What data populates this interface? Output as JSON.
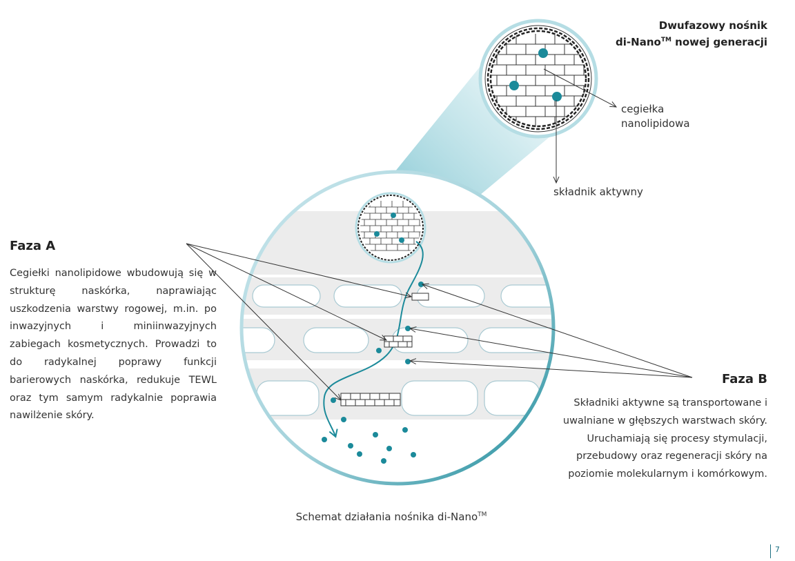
{
  "title": {
    "line1": "Dwufazowy nośnik",
    "brand": "di-Nano",
    "tm": "TM",
    "line2_rest": "nowej generacji"
  },
  "labels": {
    "cegielka": "cegiełka",
    "nanolipidowa": "nanolipidowa",
    "skladnik": "składnik aktywny"
  },
  "faza_a": {
    "heading": "Faza A",
    "text": "Cegiełki nanolipidowe wbudowują się w strukturę naskórka, naprawiając uszkodzenia warstwy rogowej, m.in. po inwazyjnych i miniinwazyjnych zabiegach kosmetycznych. Prowadzi to do radykalnej poprawy funkcji barierowych naskórka, redukuje TEWL oraz tym samym radykalnie poprawia nawilżenie skóry."
  },
  "faza_b": {
    "heading": "Faza B",
    "text": "Składniki aktywne są transportowane i uwalniane w głębszych warstwach skóry. Uruchamiają się procesy stymulacji, przebudowy oraz regeneracji skóry na poziomie molekularnym i komórkowym."
  },
  "caption": {
    "text": "Schemat działania nośnika di-Nano",
    "tm": "TM"
  },
  "page_number": "7",
  "colors": {
    "teal": "#1b8a9a",
    "light_teal": "#a9d6de",
    "layer_gray": "#ececec",
    "cell_border": "#a8c9d2",
    "line": "#333333"
  }
}
